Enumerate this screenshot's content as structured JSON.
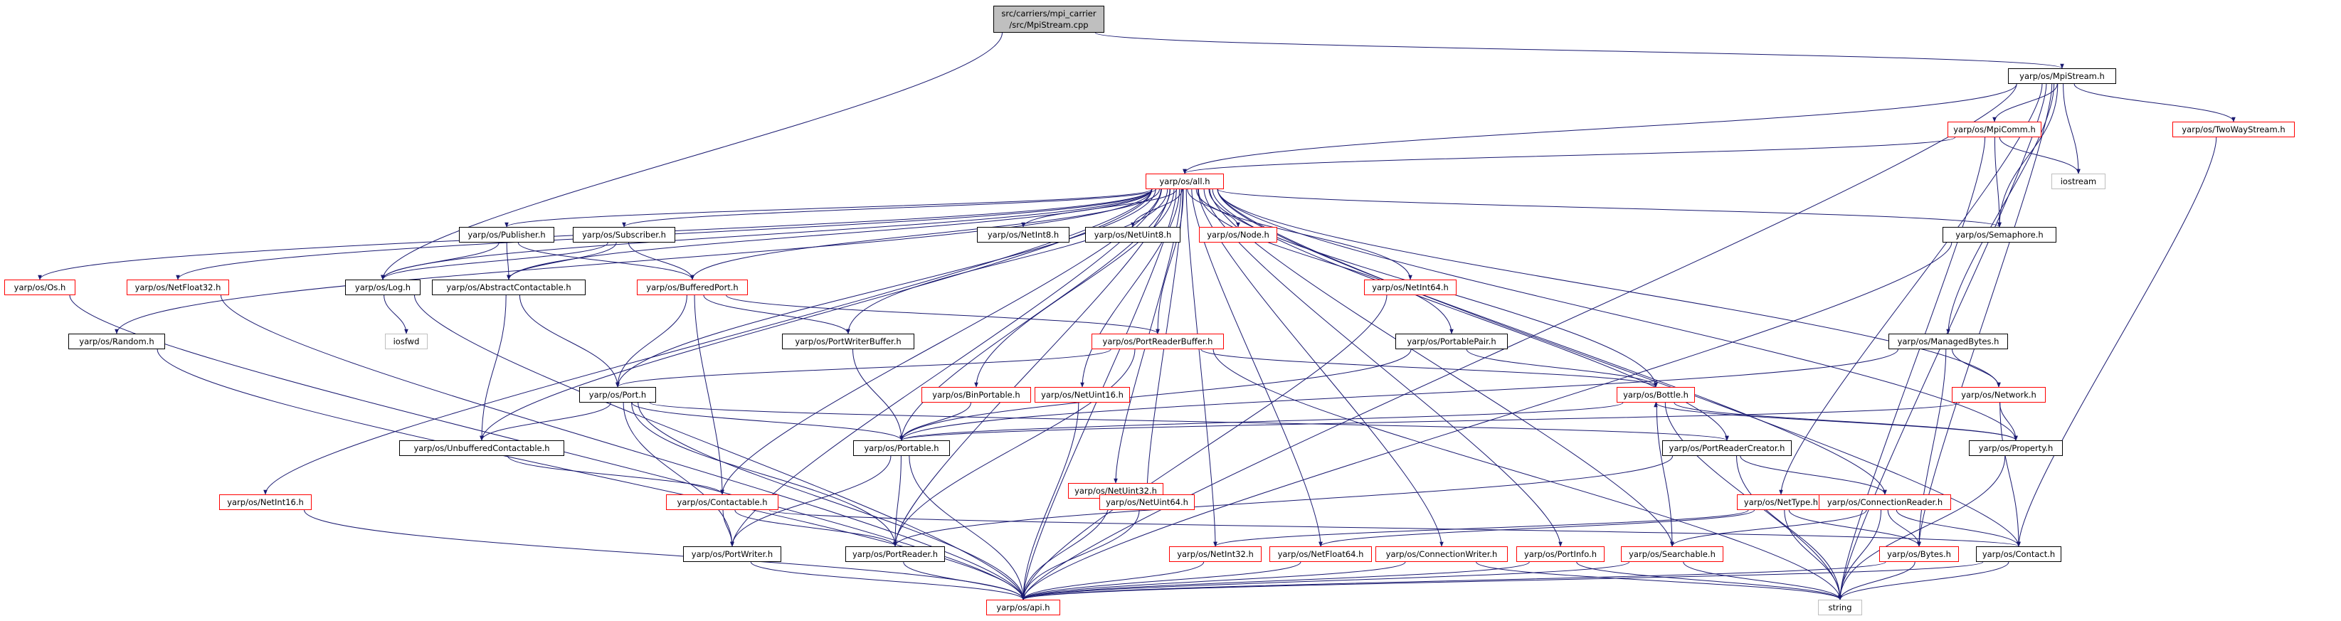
{
  "colors": {
    "edge": "#191970",
    "node_border": "#000000",
    "node_border_missing": "#ff0000",
    "node_border_external": "#bfbfbf",
    "root_fill": "#bfbfbf"
  },
  "root": {
    "line1": "src/carriers/mpi_carrier",
    "line2": "/src/MpiStream.cpp"
  },
  "nodes": {
    "mpistream": "yarp/os/MpiStream.h",
    "mpicomm": "yarp/os/MpiComm.h",
    "twoway": "yarp/os/TwoWayStream.h",
    "iostream": "iostream",
    "all": "yarp/os/all.h",
    "publisher": "yarp/os/Publisher.h",
    "subscriber": "yarp/os/Subscriber.h",
    "netint8": "yarp/os/NetInt8.h",
    "netuint8": "yarp/os/NetUint8.h",
    "node": "yarp/os/Node.h",
    "semaphore": "yarp/os/Semaphore.h",
    "os": "yarp/os/Os.h",
    "netfloat32": "yarp/os/NetFloat32.h",
    "log": "yarp/os/Log.h",
    "abscont": "yarp/os/AbstractContactable.h",
    "bufport": "yarp/os/BufferedPort.h",
    "netint64": "yarp/os/NetInt64.h",
    "iosfwd": "iosfwd",
    "random": "yarp/os/Random.h",
    "pwbuffer": "yarp/os/PortWriterBuffer.h",
    "prbuffer": "yarp/os/PortReaderBuffer.h",
    "portablepair": "yarp/os/PortablePair.h",
    "managedbytes": "yarp/os/ManagedBytes.h",
    "port": "yarp/os/Port.h",
    "binportable": "yarp/os/BinPortable.h",
    "netuint16": "yarp/os/NetUint16.h",
    "bottle": "yarp/os/Bottle.h",
    "network": "yarp/os/Network.h",
    "unbufcont": "yarp/os/UnbufferedContactable.h",
    "portable": "yarp/os/Portable.h",
    "prcreator": "yarp/os/PortReaderCreator.h",
    "property": "yarp/os/Property.h",
    "netuint32": "yarp/os/NetUint32.h",
    "netint16": "yarp/os/NetInt16.h",
    "contactable": "yarp/os/Contactable.h",
    "netuint64": "yarp/os/NetUint64.h",
    "nettype": "yarp/os/NetType.h",
    "connreader": "yarp/os/ConnectionReader.h",
    "portwriter": "yarp/os/PortWriter.h",
    "portreader": "yarp/os/PortReader.h",
    "netint32": "yarp/os/NetInt32.h",
    "netfloat64": "yarp/os/NetFloat64.h",
    "connwriter": "yarp/os/ConnectionWriter.h",
    "portinfo": "yarp/os/PortInfo.h",
    "searchable": "yarp/os/Searchable.h",
    "bytes": "yarp/os/Bytes.h",
    "contact": "yarp/os/Contact.h",
    "api": "yarp/os/api.h",
    "string": "string"
  }
}
